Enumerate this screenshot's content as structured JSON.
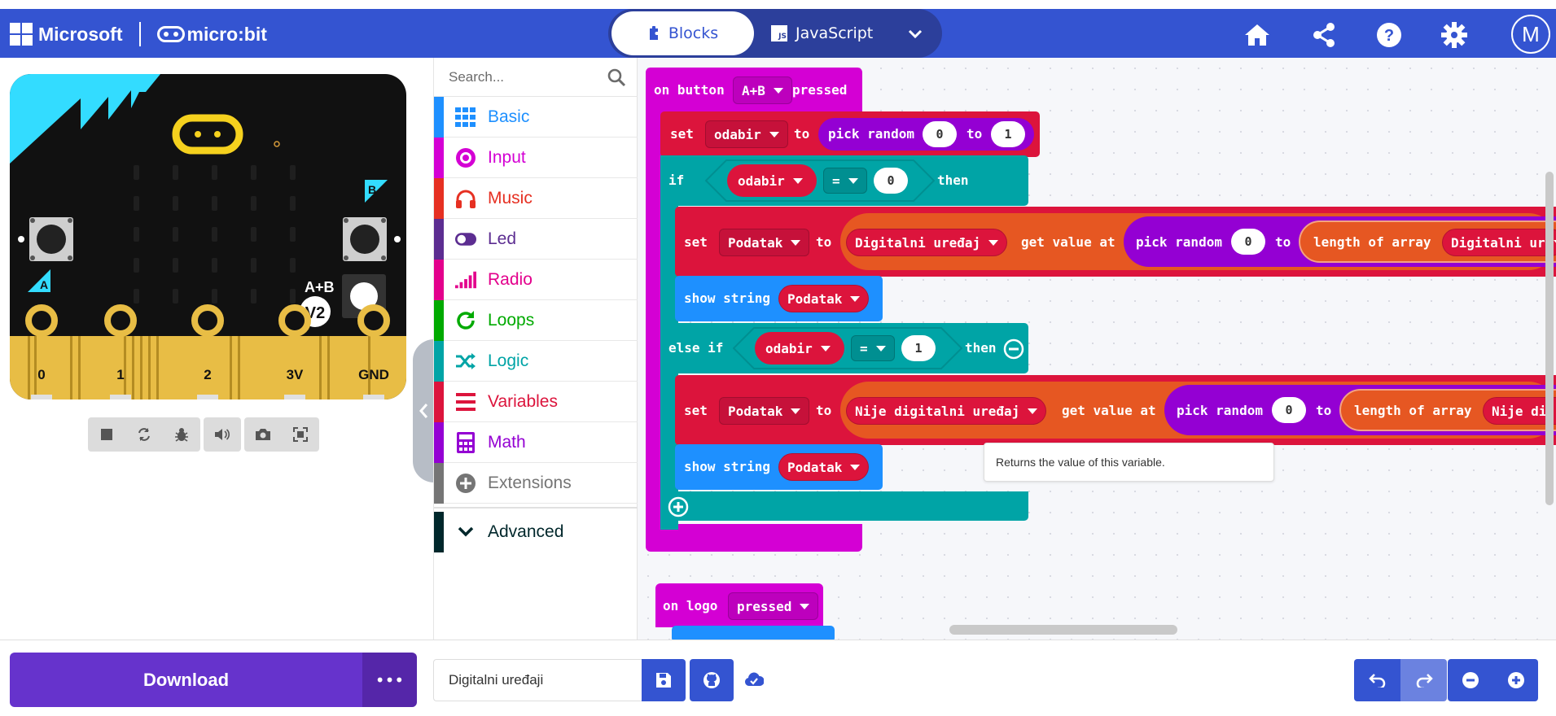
{
  "header": {
    "brand_microsoft": "Microsoft",
    "brand_microbit": "micro:bit",
    "tabs": [
      {
        "label": "Blocks"
      },
      {
        "label": "JavaScript"
      }
    ],
    "js_badge": "JS",
    "avatar_initial": "M"
  },
  "simulator": {
    "pins": [
      "0",
      "1",
      "2",
      "3V",
      "GND"
    ],
    "button_a": "A",
    "button_b": "B",
    "button_ab": "A+B",
    "version": "V2"
  },
  "toolbox": {
    "search_placeholder": "Search...",
    "categories": [
      {
        "label": "Basic",
        "color": "#1e90ff"
      },
      {
        "label": "Input",
        "color": "#d400d4"
      },
      {
        "label": "Music",
        "color": "#e63022"
      },
      {
        "label": "Led",
        "color": "#5c2d91"
      },
      {
        "label": "Radio",
        "color": "#e3008c"
      },
      {
        "label": "Loops",
        "color": "#00aa00"
      },
      {
        "label": "Logic",
        "color": "#00a4a6"
      },
      {
        "label": "Variables",
        "color": "#dc143c"
      },
      {
        "label": "Math",
        "color": "#9400d3"
      },
      {
        "label": "Extensions",
        "color": "#757575"
      }
    ],
    "advanced": "Advanced",
    "advanced_color": "#00272b"
  },
  "workspace": {
    "event1": {
      "prefix": "on button",
      "button": "A+B",
      "suffix": "pressed"
    },
    "set1": {
      "kw": "set",
      "var": "odabir",
      "to": "to",
      "fn": "pick random",
      "from": "0",
      "to_kw": "to",
      "max": "1"
    },
    "if1": {
      "kw": "if",
      "var": "odabir",
      "op": "=",
      "val": "0",
      "then": "then"
    },
    "set2": {
      "kw": "set",
      "var": "Podatak",
      "to": "to",
      "arr": "Digitalni uređaj",
      "get": "get value at",
      "fn": "pick random",
      "from": "0",
      "to_kw": "to",
      "len": "length of array",
      "arr2": "Digitalni ur"
    },
    "show1": {
      "kw": "show string",
      "var": "Podatak"
    },
    "elseif": {
      "kw": "else if",
      "var": "odabir",
      "op": "=",
      "val": "1",
      "then": "then"
    },
    "set3": {
      "kw": "set",
      "var": "Podatak",
      "to": "to",
      "arr": "Nije digitalni uređaj",
      "get": "get value at",
      "fn": "pick random",
      "from": "0",
      "to_kw": "to",
      "len": "length of array",
      "arr2": "Nije dig"
    },
    "show2": {
      "kw": "show string",
      "var": "Podatak"
    },
    "event2": {
      "prefix": "on logo",
      "action": "pressed"
    },
    "tooltip": "Returns the value of this variable."
  },
  "footer": {
    "download": "Download",
    "more": "•••",
    "project_name": "Digitalni uređaji"
  },
  "colors": {
    "primary": "#3454d1",
    "input": "#d400d4",
    "variables": "#dc143c",
    "math": "#9400d3",
    "logic": "#00a4a6",
    "arrays": "#e65722",
    "basic": "#1e90ff"
  }
}
